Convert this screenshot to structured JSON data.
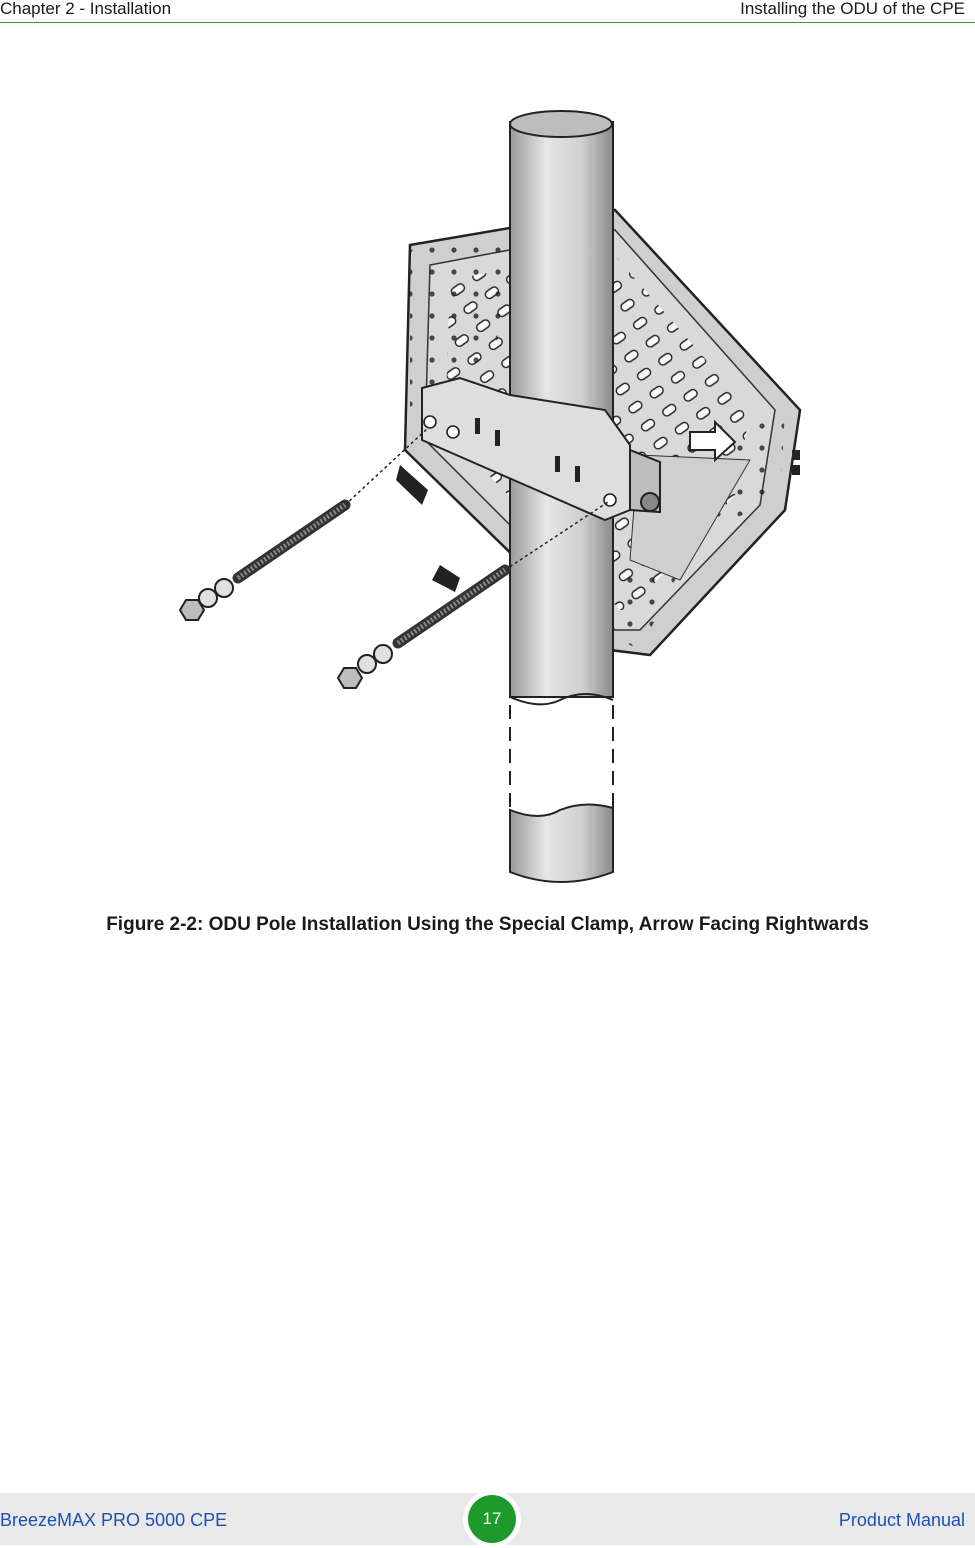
{
  "header": {
    "chapter": "Chapter 2 - Installation",
    "section": "Installing the ODU of the CPE"
  },
  "figure": {
    "caption": "Figure 2-2: ODU Pole Installation Using the Special Clamp, Arrow Facing Rightwards"
  },
  "footer": {
    "product": "BreezeMAX PRO 5000 CPE",
    "page_number": "17",
    "doc_type": "Product Manual"
  },
  "colors": {
    "header_rule": "#3a9a3a",
    "footer_text": "#1f4fb5",
    "page_badge": "#1e9a2b"
  }
}
